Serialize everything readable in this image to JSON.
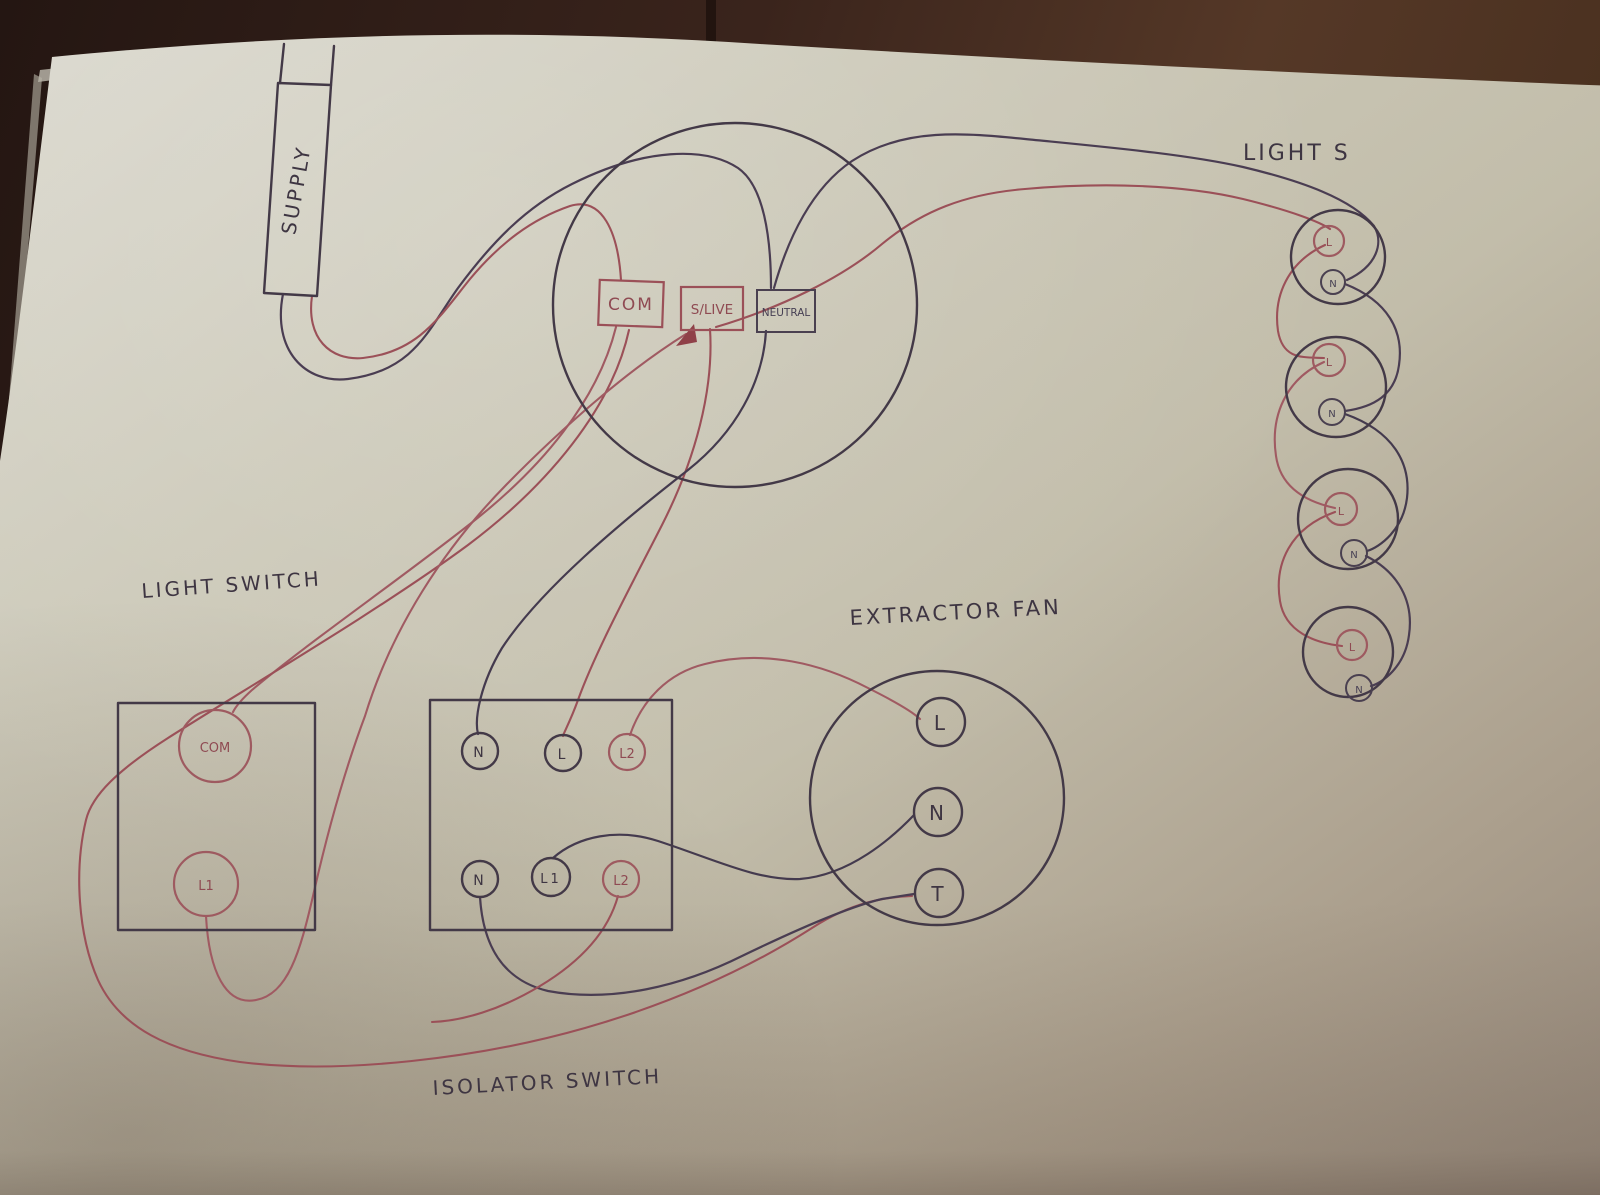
{
  "labels": {
    "supply": "SUPPLY",
    "lights": "LIGHT S",
    "light_switch": "LIGHT SWITCH",
    "extractor_fan": "EXTRACTOR FAN",
    "isolator_switch": "ISOLATOR SWITCH"
  },
  "junction_box": {
    "com": "COM",
    "switched_live": "S/LIVE",
    "neutral": "NEUTRAL"
  },
  "light_switch": {
    "com": "COM",
    "l1": "L1"
  },
  "isolator_switch": {
    "top": {
      "n": "N",
      "l": "L",
      "l2": "L2"
    },
    "bottom": {
      "n": "N",
      "l1": "L1",
      "l2": "L2"
    }
  },
  "extractor_fan": {
    "l": "L",
    "n": "N",
    "t": "T"
  },
  "lights": [
    {
      "l": "L",
      "n": "N"
    },
    {
      "l": "L",
      "n": "N"
    },
    {
      "l": "L",
      "n": "N"
    },
    {
      "l": "L",
      "n": "N"
    }
  ],
  "colors": {
    "live_wire": "#9b5058",
    "neutral_wire": "#4a3d52",
    "pen": "#433947",
    "paper": "#c6c2b0",
    "table": "#2e1c16"
  }
}
